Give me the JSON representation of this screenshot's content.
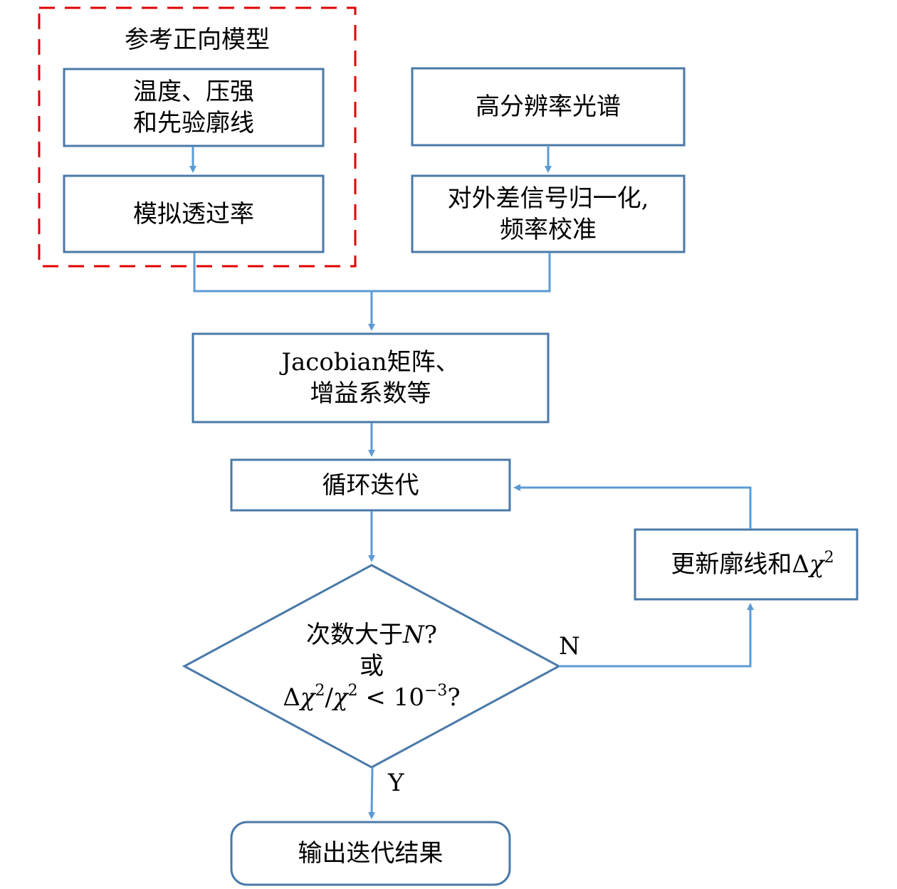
{
  "colors": {
    "box_border": "#4A79A8",
    "arrow": "#5B9BD5",
    "group_border": "#E00000",
    "background": "#FFFFFF"
  },
  "group": {
    "title": "参考正向模型"
  },
  "nodes": {
    "temp_pressure": {
      "line1": "温度、压强",
      "line2": "和先验廓线"
    },
    "simulate_transmittance": {
      "text": "模拟透过率"
    },
    "high_res_spectrum": {
      "text": "高分辨率光谱"
    },
    "normalize": {
      "line1": "对外差信号归一化,",
      "line2": "频率校准"
    },
    "jacobian": {
      "line1": "Jacobian矩阵、",
      "line2": "增益系数等"
    },
    "loop": {
      "text": "循环迭代"
    },
    "decision": {
      "line1_prefix": "次数大于",
      "line1_var": "N",
      "line1_suffix": "?",
      "line2": "或",
      "line3": {
        "delta": "Δ",
        "chi": "χ",
        "exp": "2",
        "slash": "/",
        "lt": " < 10",
        "neg_exp": "−3",
        "suffix": "?"
      }
    },
    "update": {
      "prefix": "更新廓线和Δ",
      "chi": "χ",
      "exp": "2"
    },
    "output": {
      "text": "输出迭代结果"
    }
  },
  "edge_labels": {
    "no": "N",
    "yes": "Y"
  }
}
